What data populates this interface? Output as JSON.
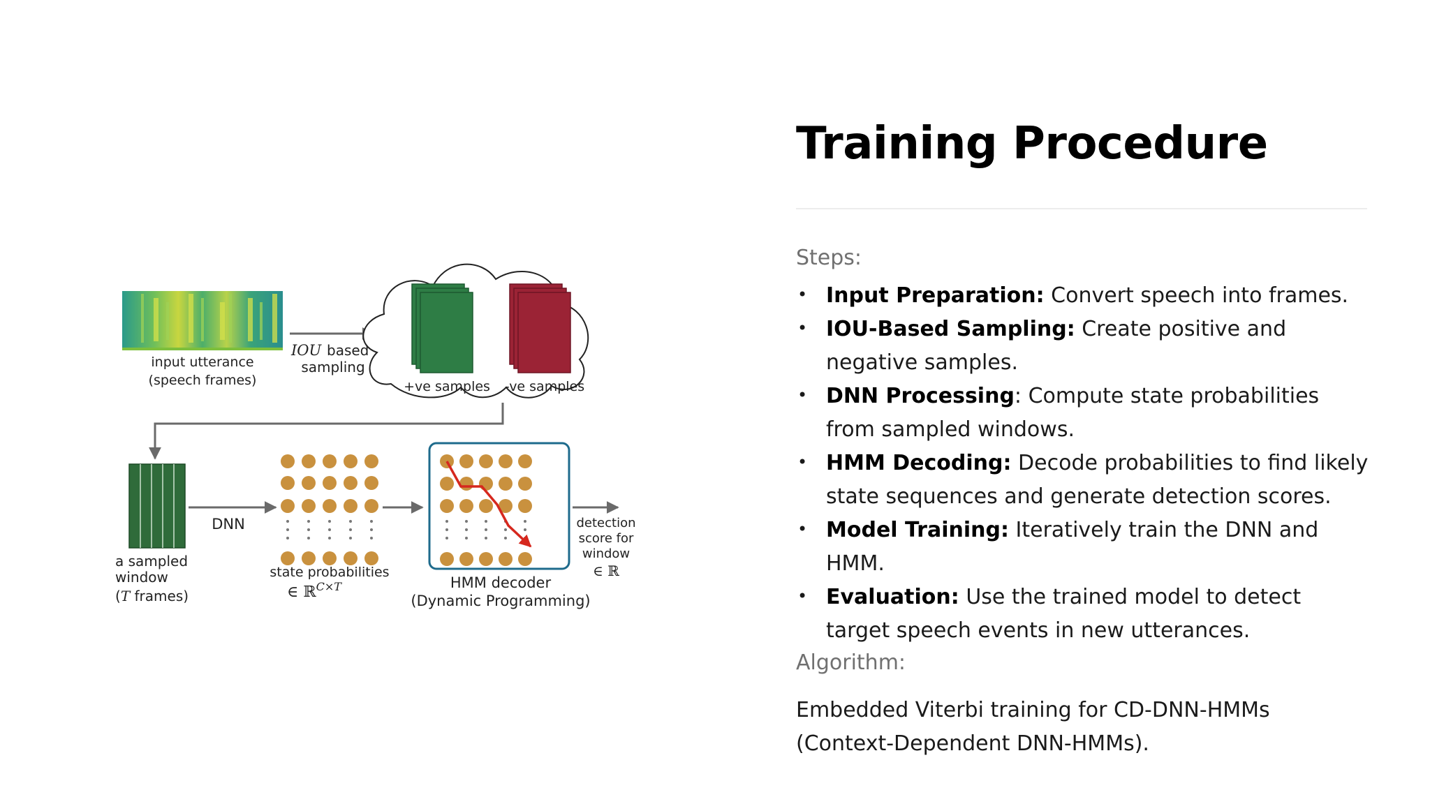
{
  "slide": {
    "title": "Training Procedure",
    "steps_label": "Steps:",
    "steps": [
      {
        "bold": "Input Preparation:",
        "text": " Convert speech into frames."
      },
      {
        "bold": "IOU-Based Sampling:",
        "text": " Create positive and negative samples."
      },
      {
        "bold": "DNN Processing",
        "text": ": Compute state probabilities from sampled windows."
      },
      {
        "bold": "HMM Decoding:",
        "text": " Decode probabilities to find likely state sequences and generate detection scores."
      },
      {
        "bold": "Model Training:",
        "text": " Iteratively train the DNN and HMM."
      },
      {
        "bold": "Evaluation:",
        "text": " Use the trained model to detect target speech events in new utterances."
      }
    ],
    "algorithm_label": "Algorithm:",
    "algorithm_text": "Embedded Viterbi training for CD-DNN-HMMs (Context-Dependent DNN-HMMs)."
  },
  "diagram": {
    "input_line1": "input utterance",
    "input_line2": "(speech frames)",
    "iou_math": "IOU",
    "iou_word": "based",
    "sampling": "sampling",
    "pos_samples": "+ve samples",
    "neg_samples": "-ve samples",
    "window_line1": "a sampled",
    "window_line2": "window",
    "window_paren_open": "(",
    "window_T": "T",
    "window_frames": " frames)",
    "dnn": "DNN",
    "state_probs": "state probabilities",
    "state_math_prefix": "∈ ℝ",
    "state_math_sup": "C×T",
    "hmm_line1": "HMM  decoder",
    "hmm_line2": "(Dynamic Programming)",
    "det_line1": "detection",
    "det_line2": "score for",
    "det_line3": "window",
    "det_math": "∈ ℝ"
  },
  "colors": {
    "dot": "#c9913e",
    "teal_border": "#1e6b8c",
    "path_red": "#d6281e",
    "pos_green": "#2e7d45",
    "neg_red": "#9b2335",
    "window_green": "#2f6b3a"
  }
}
